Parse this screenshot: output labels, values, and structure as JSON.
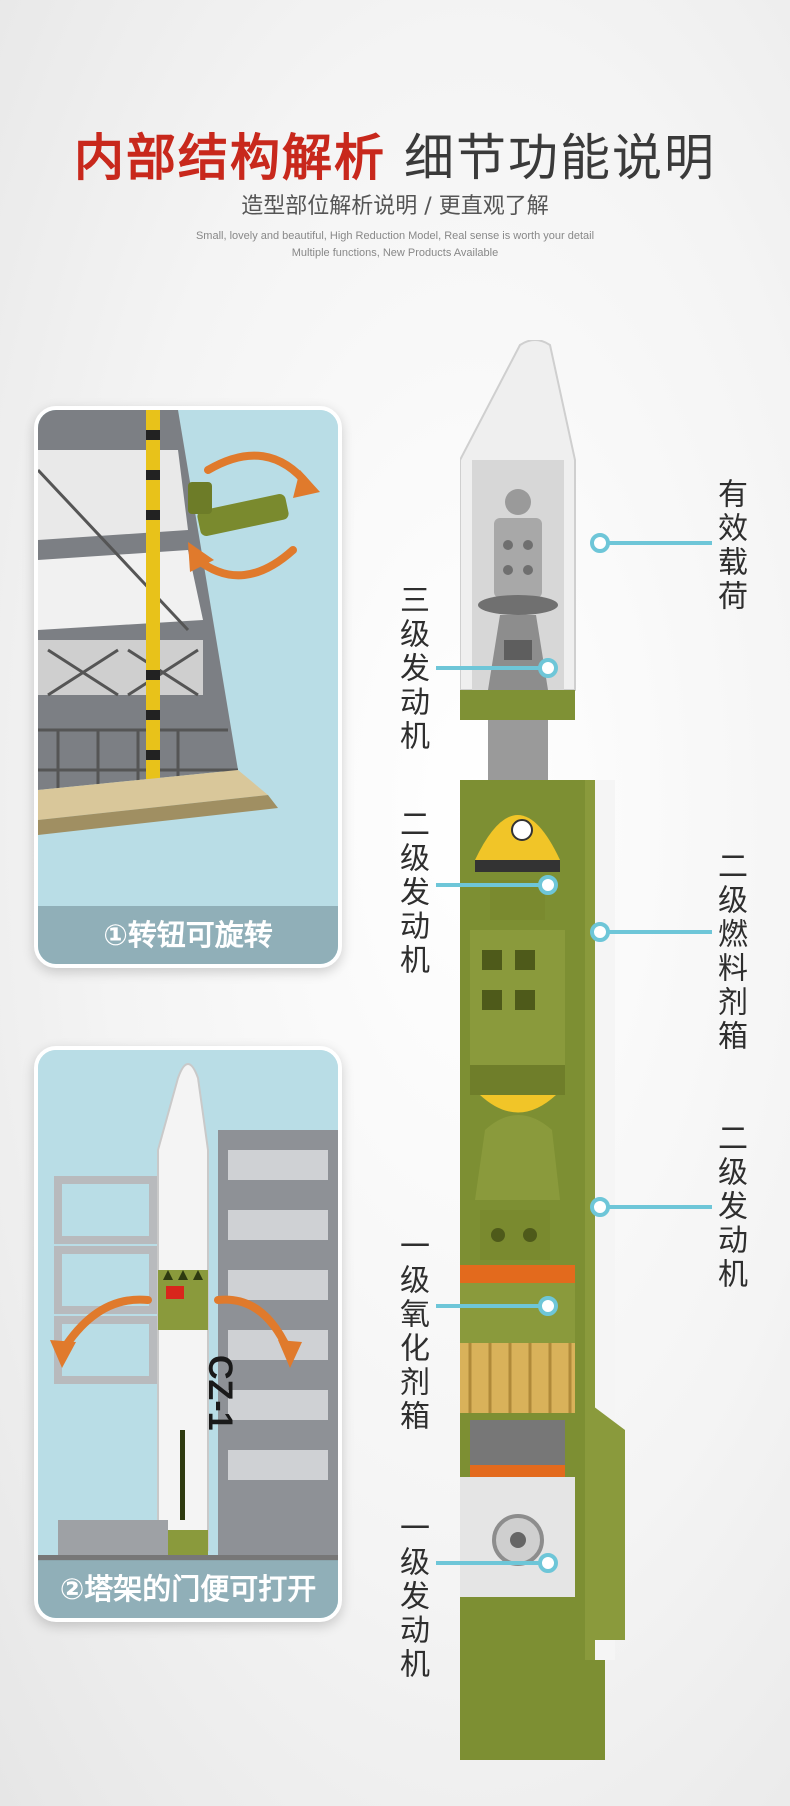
{
  "header": {
    "title_red": "内部结构解析",
    "title_dark": "细节功能说明",
    "subtitle": "造型部位解析说明 / 更直观了解",
    "english_line1": "Small, lovely and beautiful, High Reduction Model, Real sense is worth your detail",
    "english_line2": "Multiple functions, New Products Available"
  },
  "features": [
    {
      "caption": "①转钮可旋转"
    },
    {
      "caption": "②塔架的门便可打开"
    }
  ],
  "rocket_marking": "CZ-1",
  "labels": {
    "payload": "有效载荷",
    "third_stage_engine": "三级发动机",
    "second_stage_engine_left": "二级发动机",
    "second_stage_fuel_tank": "二级燃料剂箱",
    "second_stage_engine_right": "二级发动机",
    "first_stage_oxidizer_tank": "一级氧化剂箱",
    "first_stage_engine": "一级发动机"
  },
  "colors": {
    "title_red": "#c8281c",
    "leader_line": "#6ec6d8",
    "rocket_green": "#8a9a3c",
    "arrow_orange": "#e07a2c",
    "card_bg": "#b9dde6"
  }
}
